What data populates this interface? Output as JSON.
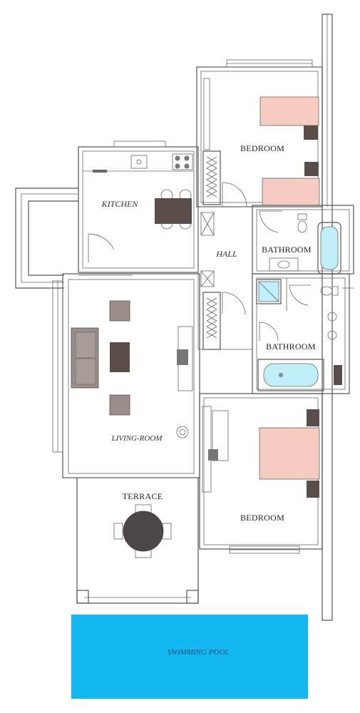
{
  "rooms": {
    "bedroom_top": "BEDROOM",
    "kitchen": "KITCHEN",
    "hall": "HALL",
    "bathroom_1": "BATHROOM",
    "bathroom_2": "BATHROOM",
    "living_room": "LIVING-ROOM",
    "terrace": "TERRACE",
    "bedroom_bottom": "BEDROOM",
    "pool": "SWIMMING POOL"
  },
  "colors": {
    "pool": "#13B8F2",
    "bed": "#F6CCC0",
    "bathtub": "#BFEFF8",
    "shower": "#BFEFF8",
    "furniture_dark": "#5A4E4A",
    "chair": "#9A8F88",
    "terrace_table": "#4C4744",
    "wall": "#555555"
  },
  "icons": {
    "bed": "bed-icon",
    "toilet": "toilet-icon",
    "sink": "sink-icon",
    "bathtub": "bathtub-icon",
    "shower": "shower-icon",
    "sofa": "sofa-icon",
    "dining_table": "dining-table-icon",
    "door": "door-swing-icon",
    "wardrobe": "wardrobe-icon",
    "stove": "stove-icon"
  }
}
